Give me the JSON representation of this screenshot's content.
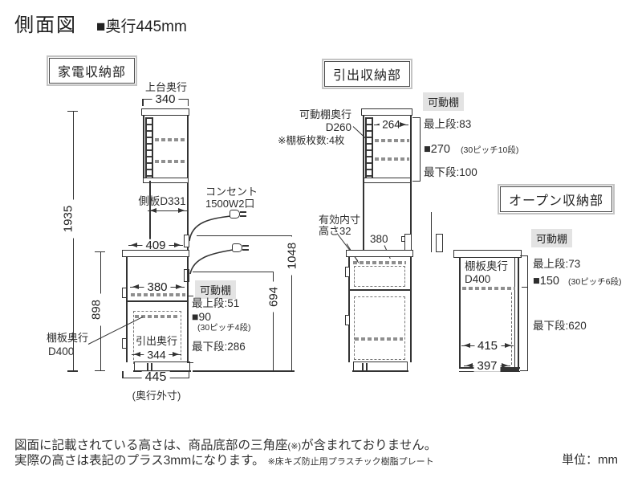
{
  "title": {
    "main": "側面図",
    "sub": "■奥行445mm"
  },
  "kaden": {
    "header": "家電収納部",
    "top_depth_label": "上台奥行",
    "top_width": "340",
    "total_height": "1935",
    "side_panel": "側板D331",
    "counter_depth": "409",
    "outlet_line1": "コンセント",
    "outlet_line2": "1500W2口",
    "outlet_upper_height": "1048",
    "outlet_lower_height": "694",
    "lower_height": "898",
    "inner_depth": "380",
    "shelf": {
      "label": "可動棚",
      "top": "最上段:51",
      "pitch": "■90",
      "pitch_note": "(30ピッチ4段)",
      "bottom": "最下段:286"
    },
    "shelf_depth_line1": "棚板奥行",
    "shelf_depth_line2": "D400",
    "drawer_depth_label": "引出奥行",
    "drawer_depth": "344",
    "outer_depth": "445",
    "outer_depth_note": "(奥行外寸)"
  },
  "hikidashi": {
    "header": "引出収納部",
    "shelf": {
      "label": "可動棚",
      "top": "最上段:83",
      "pitch": "■270",
      "pitch_note": "(30ピッチ10段)",
      "bottom": "最下段:100"
    },
    "shelf_depth_line1": "可動棚奥行",
    "shelf_depth_line2": "D260",
    "shelf_count": "※棚板枚数:4枚",
    "top_inner_depth": "264",
    "slot_line1": "有効内寸",
    "slot_line2": "高さ32",
    "counter_depth": "380"
  },
  "open": {
    "header": "オープン収納部",
    "shelf": {
      "label": "可動棚",
      "top": "最上段:73",
      "pitch": "■150",
      "pitch_note": "(30ピッチ6段)",
      "bottom": "最下段:620"
    },
    "shelf_depth_line1": "棚板奥行",
    "shelf_depth_line2": "D400",
    "inner_depth": "415",
    "base_depth": "397"
  },
  "footer": {
    "line1_a": "図面に記載されている高さは、商品底部の三角座",
    "line1_small": "(※)",
    "line1_b": "が含まれておりません。",
    "line2_a": "実際の高さは表記のプラス3mmになります。",
    "line2_small": "※床キズ防止用プラスチック樹脂プレート",
    "unit": "単位：mm"
  }
}
